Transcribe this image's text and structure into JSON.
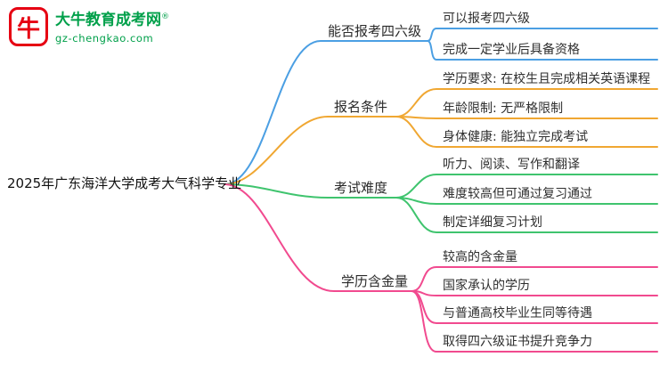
{
  "logo": {
    "icon_glyph": "牛",
    "brand": "大牛教育成考网",
    "trademark": "®",
    "url": "gz-chengkao.com",
    "brand_color": "#00A04A",
    "icon_color": "#E60012"
  },
  "root": {
    "label": "2025年广东海洋大学成考大气科学专业"
  },
  "branches": [
    {
      "label": "能否报考四六级",
      "color": "#4B9FE3",
      "children": [
        {
          "label": "可以报考四六级"
        },
        {
          "label": "完成一定学业后具备资格"
        }
      ]
    },
    {
      "label": "报名条件",
      "color": "#F0A732",
      "children": [
        {
          "label": "学历要求: 在校生且完成相关英语课程"
        },
        {
          "label": "年龄限制: 无严格限制"
        },
        {
          "label": "身体健康: 能独立完成考试"
        }
      ]
    },
    {
      "label": "考试难度",
      "color": "#3FC46E",
      "children": [
        {
          "label": "听力、阅读、写作和翻译"
        },
        {
          "label": "难度较高但可通过复习通过"
        },
        {
          "label": "制定详细复习计划"
        }
      ]
    },
    {
      "label": "学历含金量",
      "color": "#F14A8F",
      "children": [
        {
          "label": "较高的含金量"
        },
        {
          "label": "国家承认的学历"
        },
        {
          "label": "与普通高校毕业生同等待遇"
        },
        {
          "label": "取得四六级证书提升竞争力"
        }
      ]
    }
  ]
}
